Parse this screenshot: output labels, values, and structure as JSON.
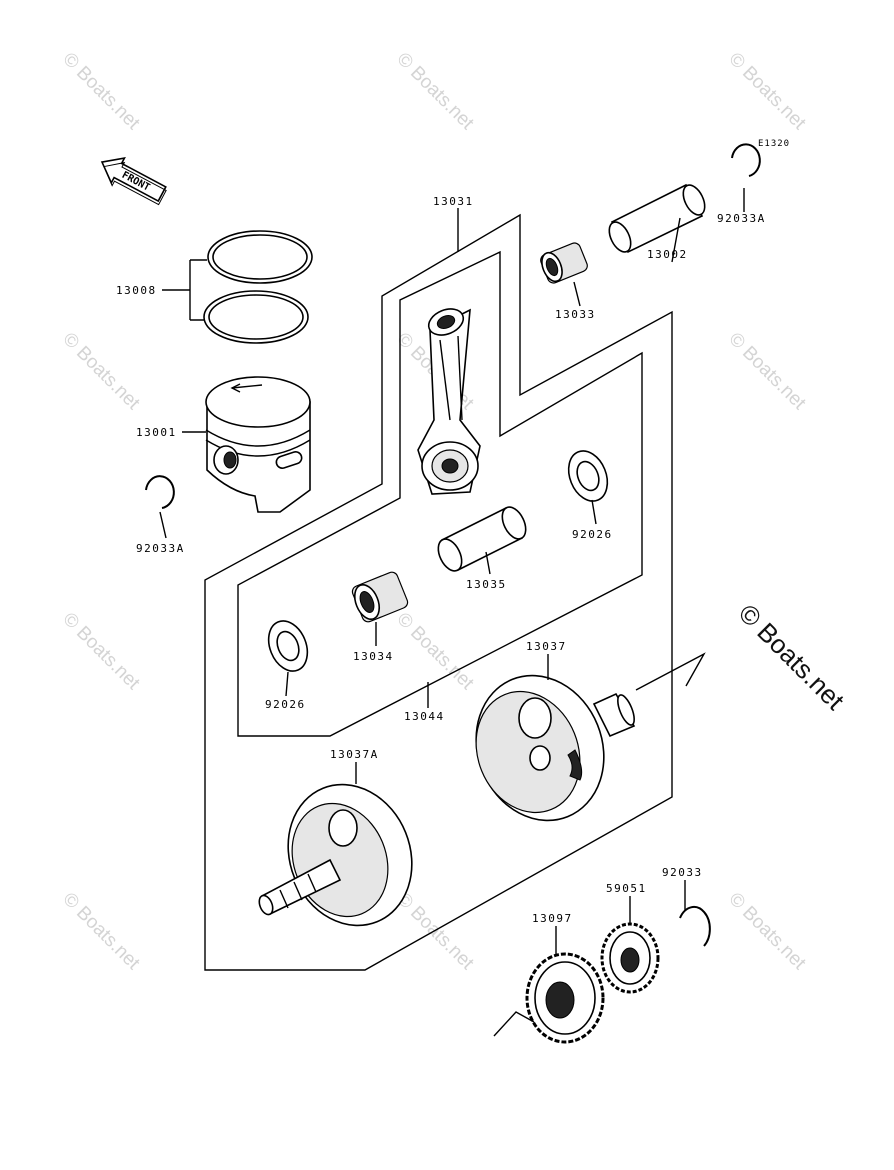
{
  "diagram": {
    "figure_code": "E1320",
    "front_label": "FRONT",
    "watermark_small": "© Boats.net",
    "watermark_large": "© Boats.net",
    "parts": [
      {
        "id": "13031"
      },
      {
        "id": "13002"
      },
      {
        "id": "92033A"
      },
      {
        "id": "13008"
      },
      {
        "id": "13033"
      },
      {
        "id": "13001"
      },
      {
        "id": "92033A"
      },
      {
        "id": "92026"
      },
      {
        "id": "13035"
      },
      {
        "id": "13034"
      },
      {
        "id": "92026"
      },
      {
        "id": "13044"
      },
      {
        "id": "13037"
      },
      {
        "id": "13037A"
      },
      {
        "id": "92033"
      },
      {
        "id": "59051"
      },
      {
        "id": "13097"
      }
    ]
  }
}
